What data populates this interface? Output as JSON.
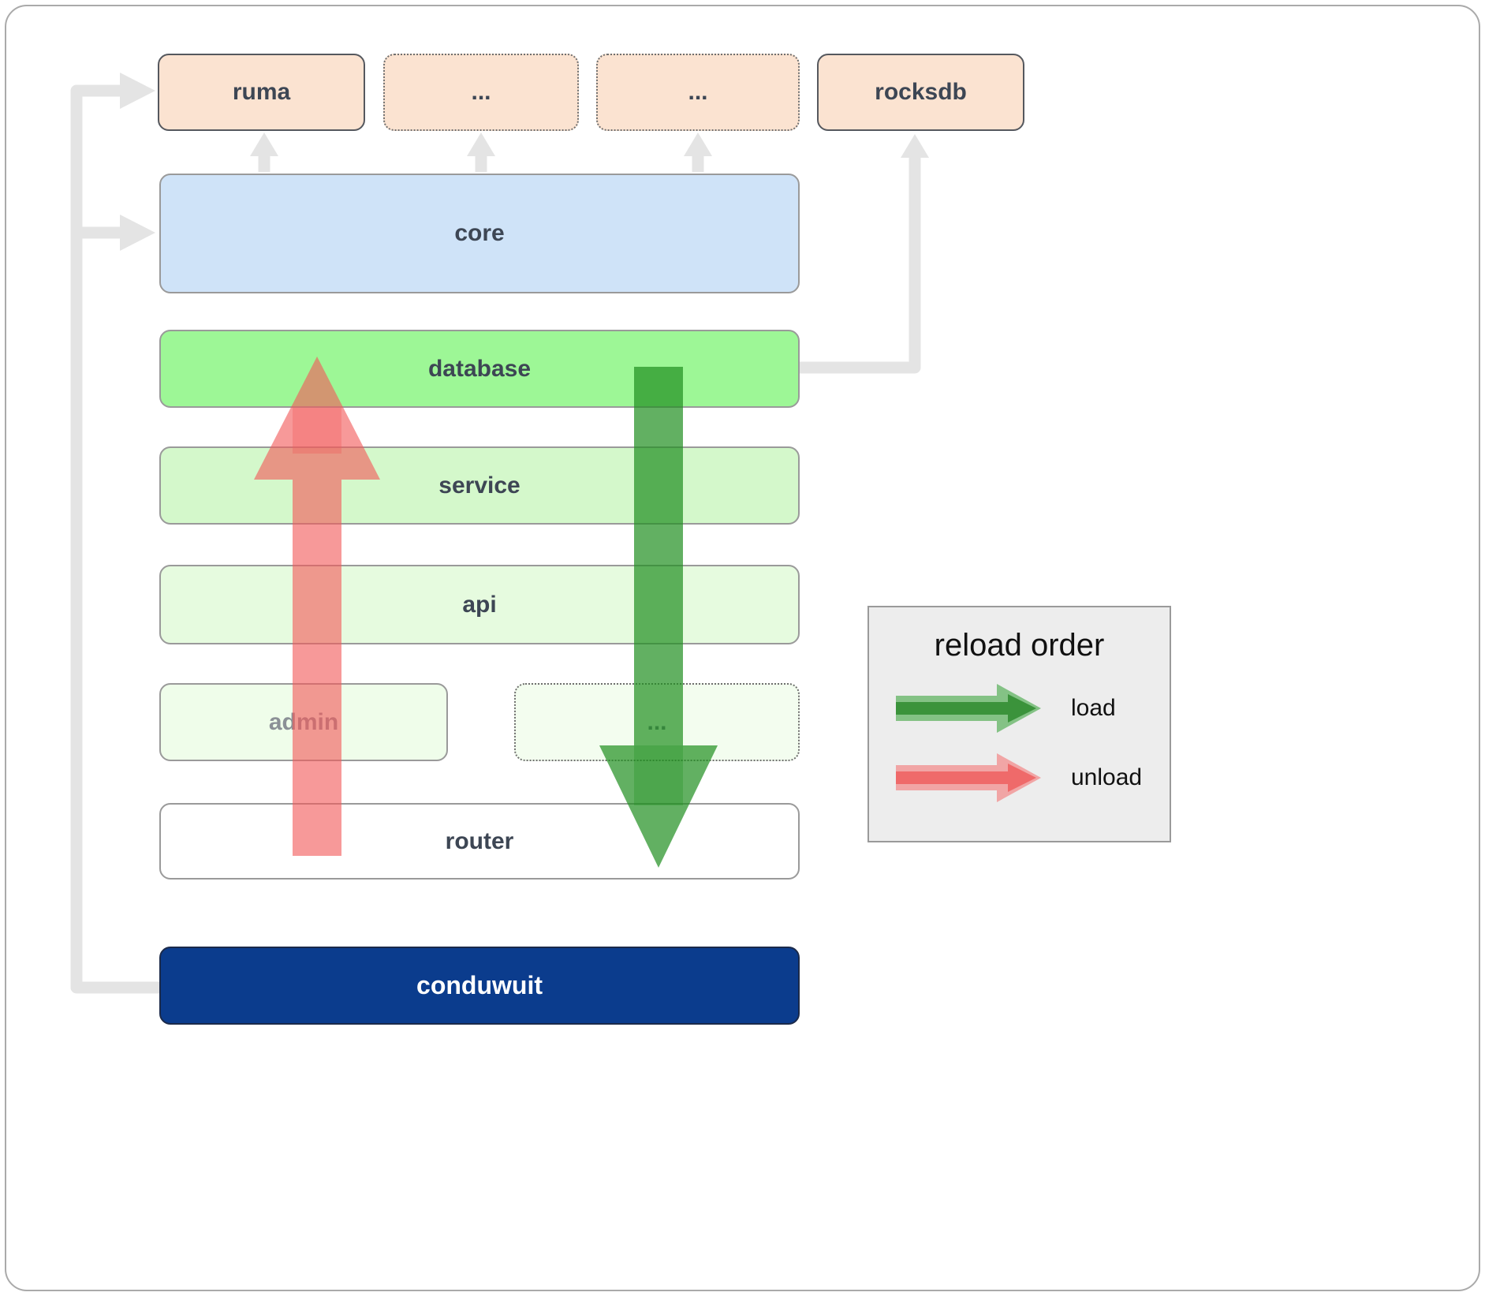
{
  "boxes": {
    "ruma": {
      "label": "ruma"
    },
    "dep1": {
      "label": "..."
    },
    "dep2": {
      "label": "..."
    },
    "rocksdb": {
      "label": "rocksdb"
    },
    "core": {
      "label": "core"
    },
    "database": {
      "label": "database"
    },
    "service": {
      "label": "service"
    },
    "api": {
      "label": "api"
    },
    "admin": {
      "label": "admin"
    },
    "module_more": {
      "label": "..."
    },
    "router": {
      "label": "router"
    },
    "conduwuit": {
      "label": "conduwuit"
    }
  },
  "legend": {
    "title": "reload order",
    "load_label": "load",
    "unload_label": "unload"
  },
  "colors": {
    "dependency_box": "#fbe3d1",
    "core_box": "#cfe3f8",
    "database_box": "#9df796",
    "service_box": "#d4f8cb",
    "api_box": "#e6fbdf",
    "admin_box": "#effdea",
    "conduwuit_box": "#0b3c8d",
    "load_arrow": "#1f8f1f",
    "unload_arrow": "#f46a6a",
    "connector": "#e4e4e4"
  }
}
